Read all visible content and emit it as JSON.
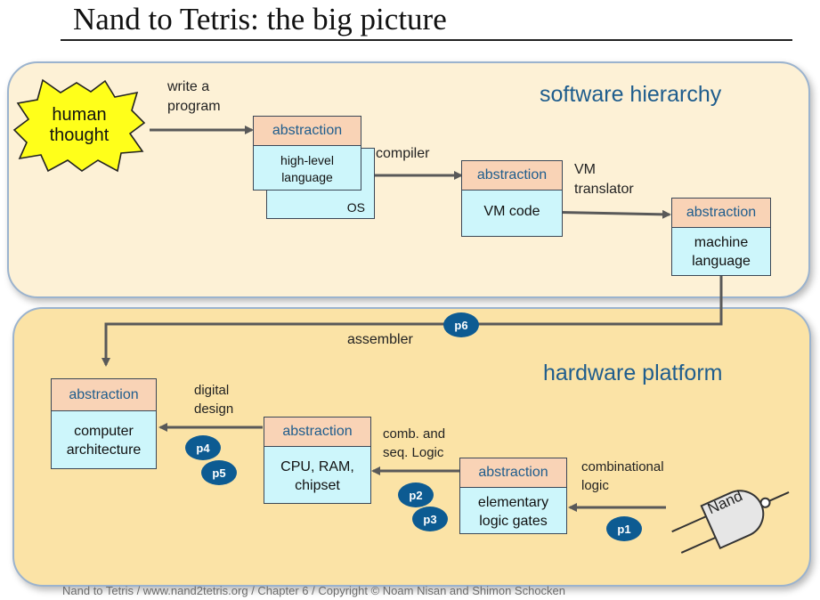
{
  "page": {
    "title": "Nand to Tetris: the big picture",
    "footer": "Nand to Tetris / www.nand2tetris.org / Chapter 6 / Copyright © Noam Nisan and Shimon Schocken"
  },
  "regions": {
    "software": "software hierarchy",
    "hardware": "hardware platform"
  },
  "abstraction_label": "abstraction",
  "human_thought": {
    "line1": "human",
    "line2": "thought"
  },
  "edges": {
    "write_program": {
      "line1": "write a",
      "line2": "program"
    },
    "compiler": "compiler",
    "vm_translator": {
      "line1": "VM",
      "line2": "translator"
    },
    "assembler": "assembler",
    "digital_design": {
      "line1": "digital",
      "line2": "design"
    },
    "comb_seq": {
      "line1": "comb. and",
      "line2": "seq. Logic"
    },
    "combinational": {
      "line1": "combinational",
      "line2": "logic"
    }
  },
  "boxes": {
    "high_level": {
      "line1": "high-level",
      "line2": "language",
      "os": "OS"
    },
    "vm_code": {
      "line1": "VM code"
    },
    "machine_language": {
      "line1": "machine",
      "line2": "language"
    },
    "computer_architecture": {
      "line1": "computer",
      "line2": "architecture"
    },
    "cpu_ram": {
      "line1": "CPU, RAM,",
      "line2": "chipset"
    },
    "logic_gates": {
      "line1": "elementary",
      "line2": "logic gates"
    }
  },
  "projects": {
    "p1": "p1",
    "p2": "p2",
    "p3": "p3",
    "p4": "p4",
    "p5": "p5",
    "p6": "p6"
  },
  "gate": {
    "label": "Nand"
  },
  "colors": {
    "region_title": "#1f5d8d",
    "badge": "#0d5b92",
    "abstraction_fill": "#f9d3b6",
    "box_fill": "#cdf6fb",
    "software_panel": "#fdf1d6",
    "hardware_panel": "#fbe3a6",
    "thought_fill": "#ffff1a"
  }
}
